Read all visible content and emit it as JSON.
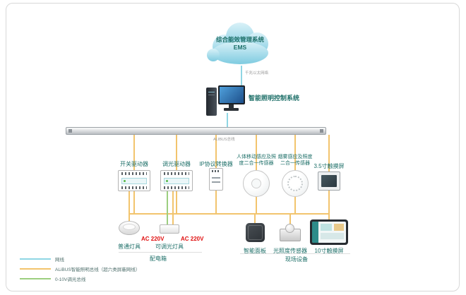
{
  "colors": {
    "network_line": "#8fd6e4",
    "alibus_line": "#f2c46d",
    "dimming_line": "#9ccf7f",
    "label_teal": "#1d6f68",
    "ac_red": "#e01010"
  },
  "cloud": {
    "line1": "综合能效管理系统",
    "line2": "EMS"
  },
  "network_label": "千兆以太网络",
  "server_label": "智能照明控制系统",
  "bus_label": "ALIBUS总线",
  "devices": {
    "switch_driver": "开关驱动器",
    "dimming_driver": "调光驱动器",
    "ip_converter": "IP协议转换器",
    "pir_sensor_l1": "人体移动感应及照",
    "pir_sensor_l2": "度二合一传感器",
    "smoke_sensor_l1": "烟雾感应及照度",
    "smoke_sensor_l2": "二合一传感器",
    "touch_35": "3.5寸触摸屏",
    "normal_lamp": "普通灯具",
    "dimmable_lamp": "可调光灯具",
    "ac_power_1": "AC 220V",
    "ac_power_2": "AC 220V",
    "distribution_box": "配电箱",
    "smart_panel": "智能面板",
    "lux_sensor": "光照度传感器",
    "touch_10": "10寸触摸屏",
    "field_devices": "现场设备"
  },
  "legend": {
    "items": [
      {
        "label": "网线",
        "color": "#8fd6e4"
      },
      {
        "label": "ALiBUS智能照明总线（超六类屏蔽网线）",
        "color": "#f2c46d"
      },
      {
        "label": "0-10V调光总线",
        "color": "#9ccf7f"
      }
    ]
  }
}
